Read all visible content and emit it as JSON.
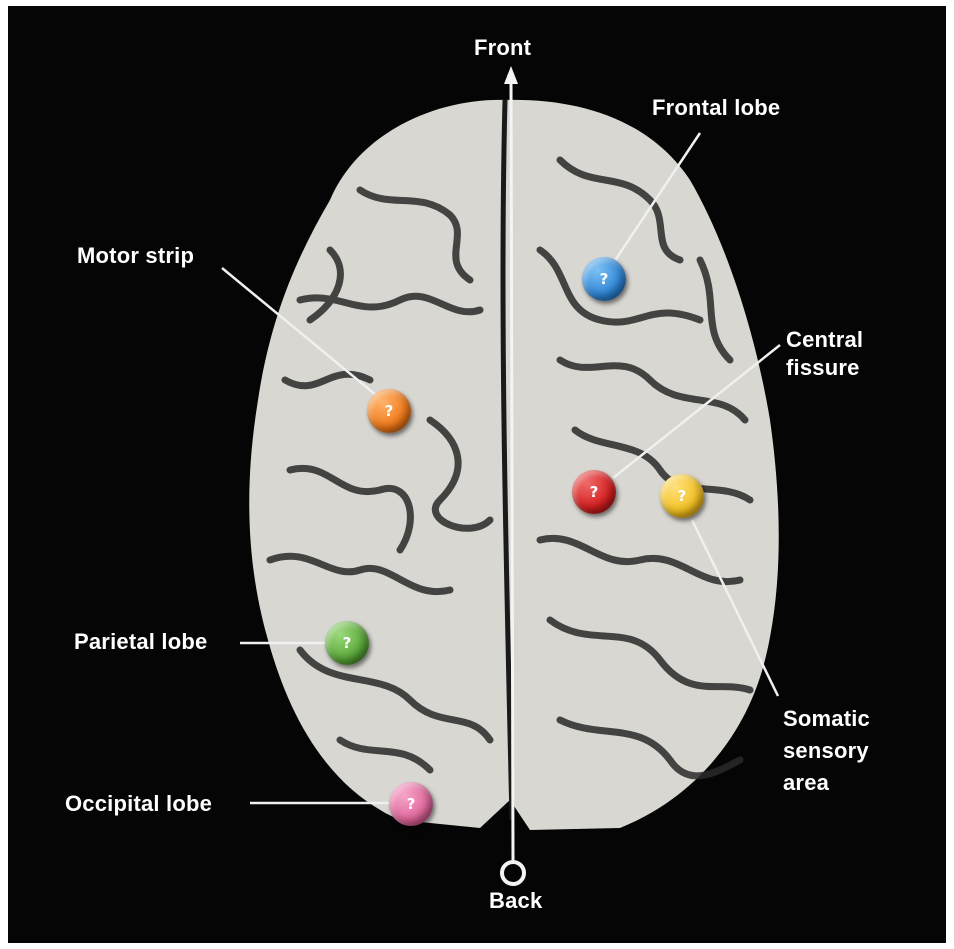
{
  "labels": {
    "front": "Front",
    "back": "Back",
    "frontal_lobe": "Frontal lobe",
    "motor_strip": "Motor strip",
    "central_fissure_1": "Central",
    "central_fissure_2": "fissure",
    "parietal_lobe": "Parietal lobe",
    "occipital_lobe": "Occipital lobe",
    "somatic_1": "Somatic",
    "somatic_2": "sensory",
    "somatic_3": "area"
  },
  "marker_glyph": "?",
  "colors": {
    "background": "#050505",
    "brain": "#d9d7d2",
    "sulci": "#2a2a2a",
    "frontal": "#2e86d6",
    "motor": "#f07a1a",
    "central": "#d41f1f",
    "somatic": "#f2c021",
    "parietal": "#5aa83a",
    "occipital": "#e0679c"
  }
}
